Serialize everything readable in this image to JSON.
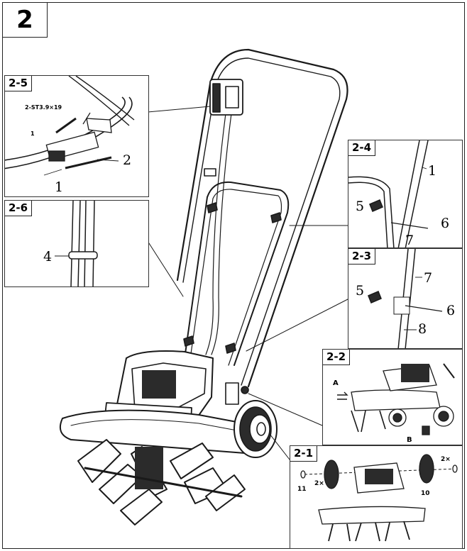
{
  "figure": {
    "number": "2"
  },
  "panels": {
    "p25": {
      "label": "2-5",
      "screw_spec": "2-ST3.9×19",
      "callouts": [
        "1",
        "2",
        "1"
      ]
    },
    "p26": {
      "label": "2-6",
      "callouts": [
        "4"
      ]
    },
    "p24": {
      "label": "2-4",
      "callouts": [
        "1",
        "5",
        "6",
        "7"
      ]
    },
    "p23": {
      "label": "2-3",
      "callouts": [
        "5",
        "7",
        "6",
        "8"
      ]
    },
    "p22": {
      "label": "2-2",
      "callouts": [
        "A",
        "B"
      ]
    },
    "p21": {
      "label": "2-1",
      "callouts": [
        "11",
        "2×",
        "2×",
        "10"
      ]
    }
  },
  "colors": {
    "line": "#1a1a1a",
    "dark": "#2b2b2b",
    "mid": "#8a8a8a"
  }
}
